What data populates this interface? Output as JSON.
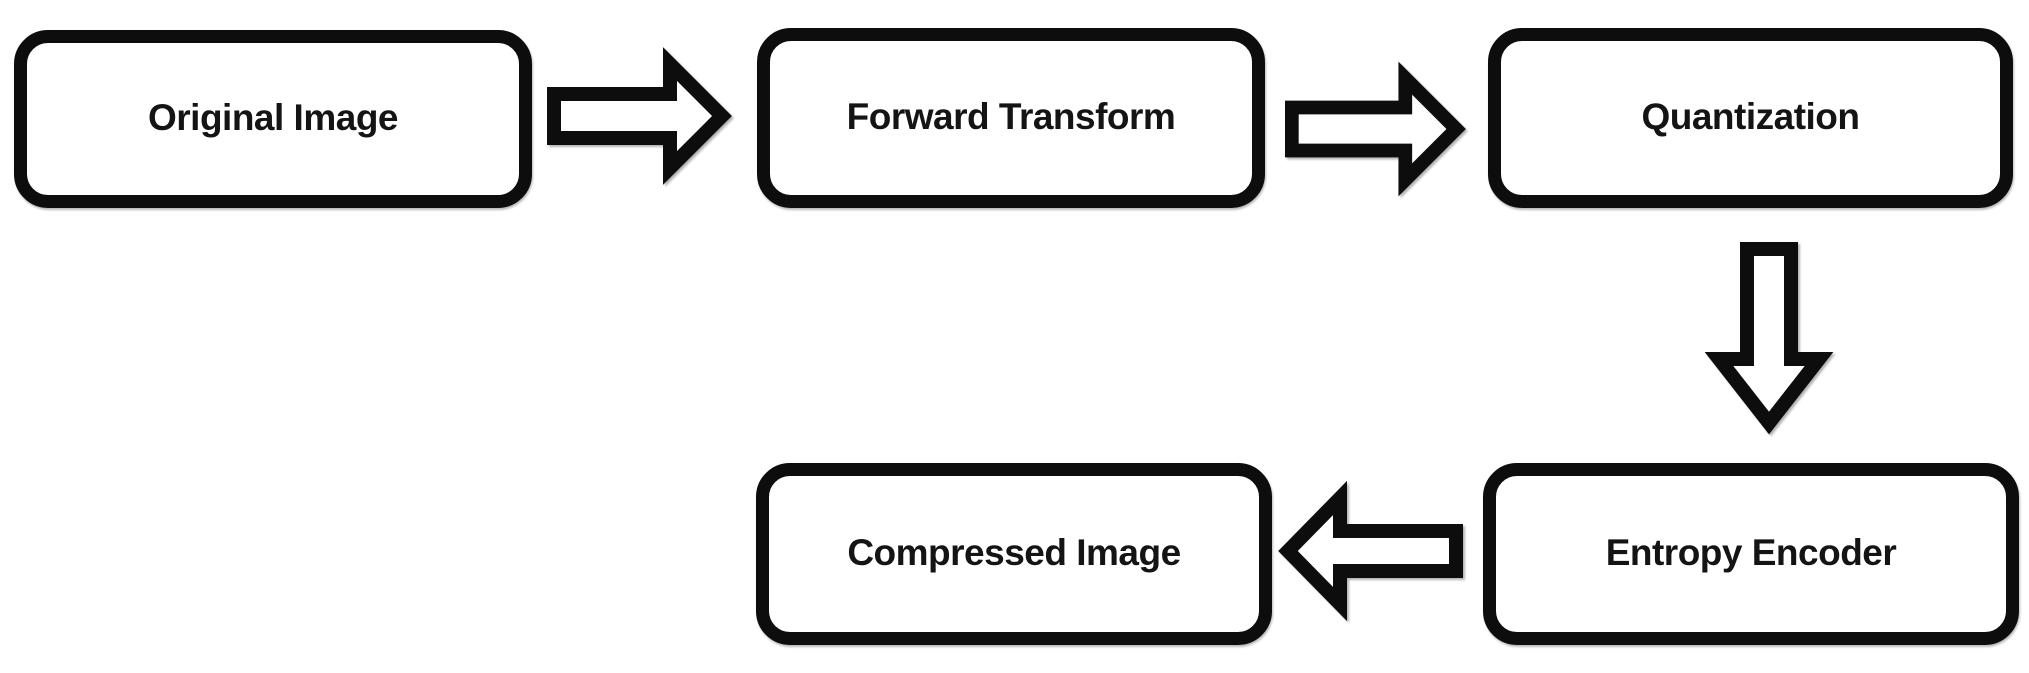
{
  "diagram": {
    "type": "flowchart",
    "colors": {
      "background": "#ffffff",
      "node_fill": "#ffffff",
      "stroke": "#0d0d0d",
      "text": "#141414"
    },
    "nodes": [
      {
        "id": "original-image",
        "label": "Original Image"
      },
      {
        "id": "forward-transform",
        "label": "Forward Transform"
      },
      {
        "id": "quantization",
        "label": "Quantization"
      },
      {
        "id": "compressed-image",
        "label": "Compressed Image"
      },
      {
        "id": "entropy-encoder",
        "label": "Entropy Encoder"
      }
    ],
    "edges": [
      {
        "from": "Original Image",
        "to": "Forward Transform",
        "direction": "right"
      },
      {
        "from": "Forward Transform",
        "to": "Quantization",
        "direction": "right"
      },
      {
        "from": "Quantization",
        "to": "Entropy Encoder",
        "direction": "down"
      },
      {
        "from": "Entropy Encoder",
        "to": "Compressed Image",
        "direction": "left"
      }
    ]
  }
}
